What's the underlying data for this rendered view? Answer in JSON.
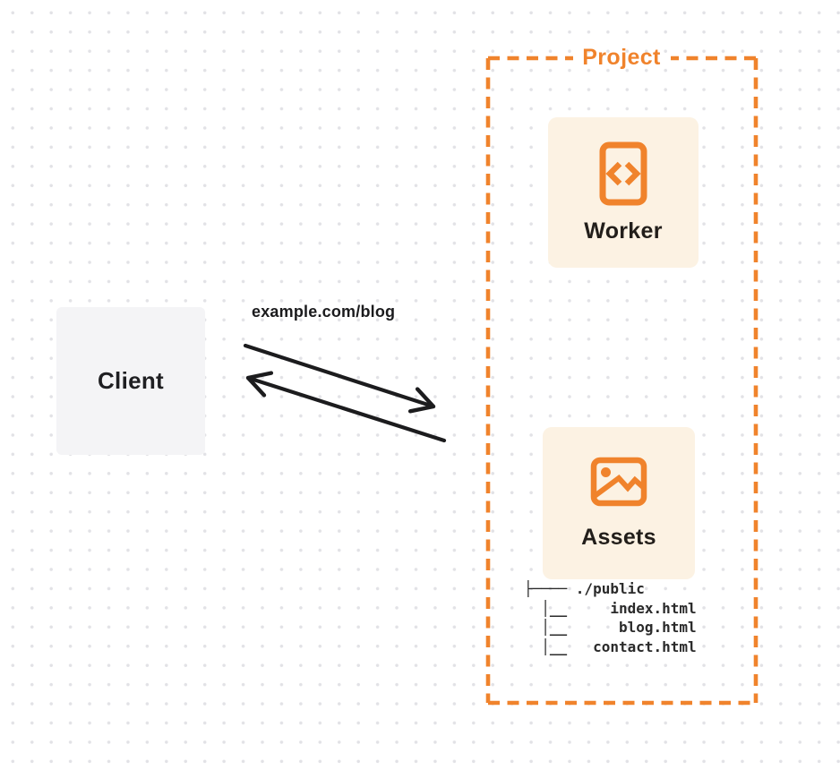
{
  "colors": {
    "accent": "#F0832C",
    "card_fill": "#FCF2E3",
    "client_fill": "#F4F4F6",
    "ink": "#1C1C1E",
    "dot_grid": "#E2E2E6"
  },
  "client": {
    "label": "Client"
  },
  "request": {
    "url_label": "example.com/blog"
  },
  "project": {
    "label": "Project",
    "worker": {
      "label": "Worker",
      "icon": "code-icon"
    },
    "assets": {
      "label": "Assets",
      "icon": "image-icon",
      "file_tree": "├──── ./public\n  │__     index.html\n  │__      blog.html\n  │__   contact.html"
    }
  }
}
